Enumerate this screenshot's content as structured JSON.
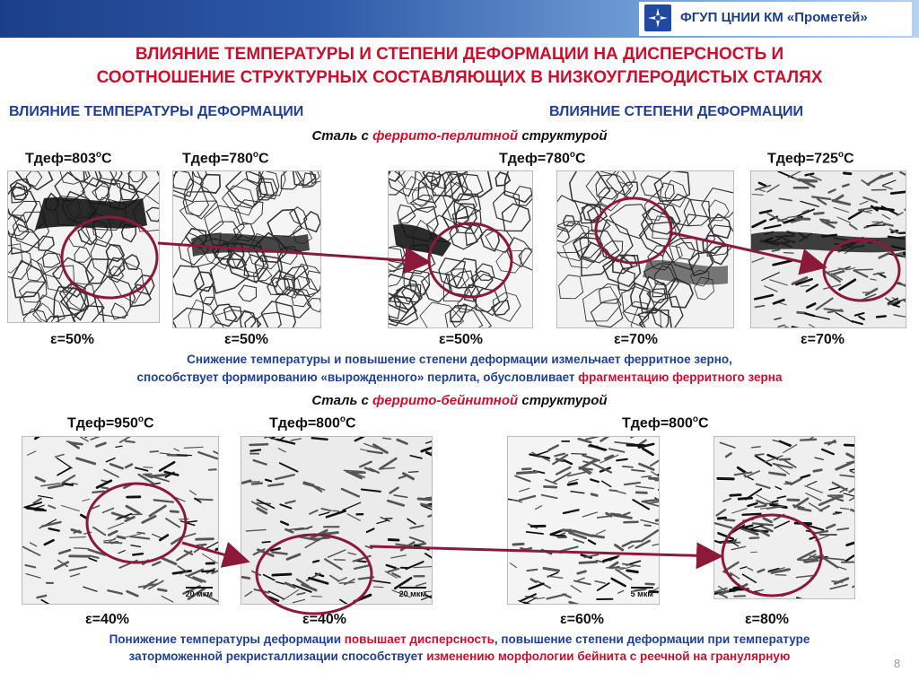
{
  "org": {
    "name": "ФГУП ЦНИИ КМ «Прометей»"
  },
  "title": {
    "line1": "ВЛИЯНИЕ ТЕМПЕРАТУРЫ И СТЕПЕНИ ДЕФОРМАЦИИ НА ДИСПЕРСНОСТЬ  И",
    "line2": "СООТНОШЕНИЕ СТРУКТУРНЫХ СОСТАВЛЯЮЩИХ В НИЗКОУГЛЕРОДИСТЫХ СТАЛЯХ"
  },
  "subtitles": {
    "left": "ВЛИЯНИЕ ТЕМПЕРАТУРЫ ДЕФОРМАЦИИ",
    "right": "ВЛИЯНИЕ СТЕПЕНИ ДЕФОРМАЦИИ"
  },
  "section1": {
    "steel_pre": "Сталь с ",
    "steel_type": "феррито-перлитной",
    "steel_post": " структурой",
    "temps": [
      "Тдеф=803",
      "Тдеф=780",
      "Тдеф=780",
      "Тдеф=725"
    ],
    "temp_unit": "С",
    "strains": [
      "ε=50%",
      "ε=50%",
      "ε=50%",
      "ε=70%",
      "ε=70%"
    ],
    "note_line1": "Снижение температуры и повышение степени деформации измельчает ферритное зерно,",
    "note_line2_pre": "способствует формированию «вырожденного» перлита,  обусловливает ",
    "note_line2_hl": "фрагментацию ферритного зерна"
  },
  "section2": {
    "steel_pre": "Сталь с ",
    "steel_type": "феррито-бейнитной",
    "steel_post": " структурой",
    "temps": [
      "Тдеф=950",
      "Тдеф=800",
      "Тдеф=800"
    ],
    "temp_unit": "С",
    "strains": [
      "ε=40%",
      "ε=40%",
      "ε=60%",
      "ε=80%"
    ],
    "scales": [
      "20 мкм",
      "20 мкм",
      "5 мкм"
    ],
    "note_line1_pre": "Понижение температуры деформации ",
    "note_line1_hl": "повышает дисперсность",
    "note_line1_post": ", повышение степени деформации при температуре",
    "note_line2_pre": "заторможенной рекристаллизации способствует ",
    "note_line2_hl": "изменению морфологии бейнита с реечной на гранулярную"
  },
  "page_number": "8",
  "colors": {
    "accent_red": "#c8102e",
    "blue": "#1f3f95",
    "marker": "#8b1a3a",
    "bar_dark": "#1c3f8a"
  }
}
